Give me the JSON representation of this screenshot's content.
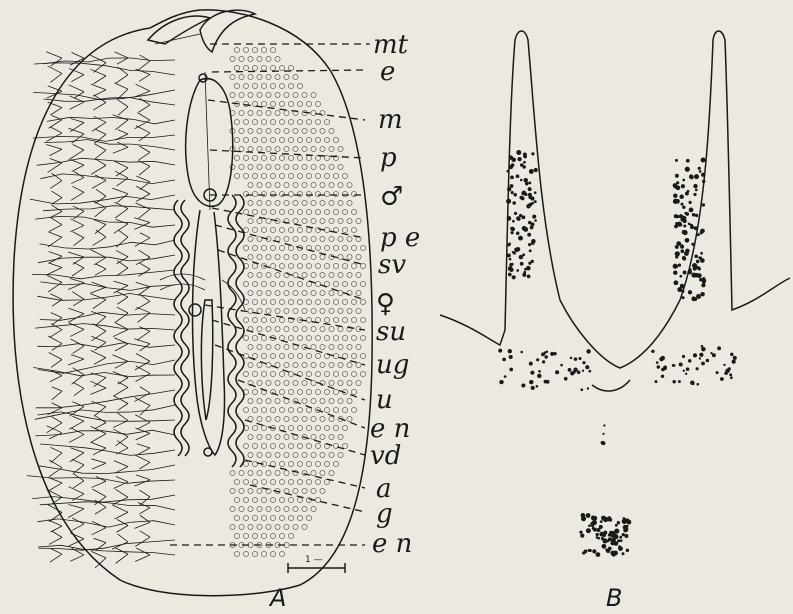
{
  "figure": {
    "panel_a_caption": "A",
    "panel_b_caption": "B",
    "scale_label": "1 —",
    "labels": [
      {
        "key": "mt",
        "text": "mt"
      },
      {
        "key": "e1",
        "text": "e"
      },
      {
        "key": "m",
        "text": "m"
      },
      {
        "key": "p",
        "text": "p"
      },
      {
        "key": "male",
        "text": "♂"
      },
      {
        "key": "pe",
        "text": "p e"
      },
      {
        "key": "sv",
        "text": "sv"
      },
      {
        "key": "female",
        "text": "♀"
      },
      {
        "key": "su",
        "text": "su"
      },
      {
        "key": "ug",
        "text": "ug"
      },
      {
        "key": "u",
        "text": "u"
      },
      {
        "key": "en1",
        "text": "e n"
      },
      {
        "key": "vd",
        "text": "vd"
      },
      {
        "key": "a",
        "text": "a"
      },
      {
        "key": "g",
        "text": "g"
      },
      {
        "key": "en2",
        "text": "e n"
      }
    ]
  }
}
